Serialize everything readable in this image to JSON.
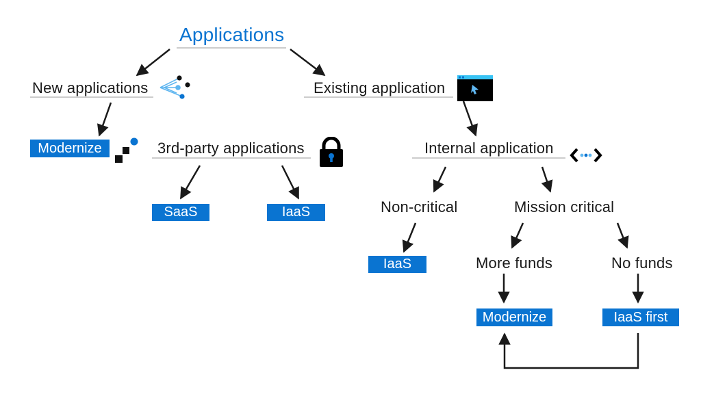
{
  "title": "Applications",
  "nodes": {
    "new_applications": "New applications",
    "existing_application": "Existing application",
    "modernize_new": "Modernize",
    "third_party": "3rd-party applications",
    "saas": "SaaS",
    "iaas_third_party": "IaaS",
    "internal_application": "Internal application",
    "non_critical": "Non-critical",
    "mission_critical": "Mission critical",
    "iaas_non_critical": "IaaS",
    "more_funds": "More funds",
    "no_funds": "No funds",
    "modernize_funds": "Modernize",
    "iaas_first": "IaaS first"
  },
  "icons": {
    "new_applications": "network-nodes-icon",
    "existing_application": "window-cursor-icon",
    "modernize": "blocks-icon",
    "third_party": "padlock-icon",
    "internal_application": "code-brackets-icon"
  },
  "colors": {
    "accent": "#0a74d1",
    "text": "#1a1a1a",
    "arrow": "#1a1a1a",
    "underline": "#9a9a9a"
  }
}
